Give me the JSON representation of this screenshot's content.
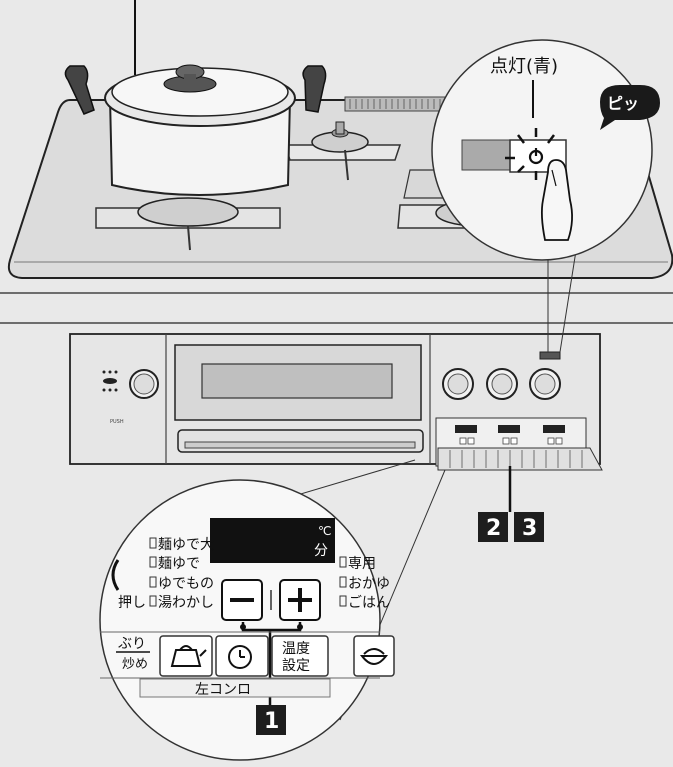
{
  "callout_top": {
    "label": "点灯(青)",
    "bubble": "ピッ"
  },
  "panel": {
    "display_units": [
      "℃",
      "分"
    ],
    "left_menu": [
      "麺ゆで大",
      "麺ゆで",
      "ゆでもの",
      "湯わかし"
    ],
    "right_menu": [
      "専用",
      "おかゆ",
      "ごはん"
    ],
    "left_cut": [
      "押し"
    ],
    "bottom_left_labels": [
      "ぶり",
      "炒め"
    ],
    "temp_button": [
      "温度",
      "設定"
    ],
    "minus_symbol": "ー",
    "plus_symbol": "＋",
    "section_label": "左コンロ"
  },
  "badges": [
    "1",
    "2",
    "3"
  ],
  "stove_front": {
    "push_label": "PUSH"
  },
  "colors": {
    "badge_bg": "#1e1e1e",
    "background": "#e9e9e9",
    "display_bg": "#111111",
    "led_blue": "#111111"
  },
  "icons": [
    "kettle-icon",
    "timer-icon",
    "rice-bowl-icon",
    "power-icon",
    "fish-icon",
    "hand-icon"
  ]
}
